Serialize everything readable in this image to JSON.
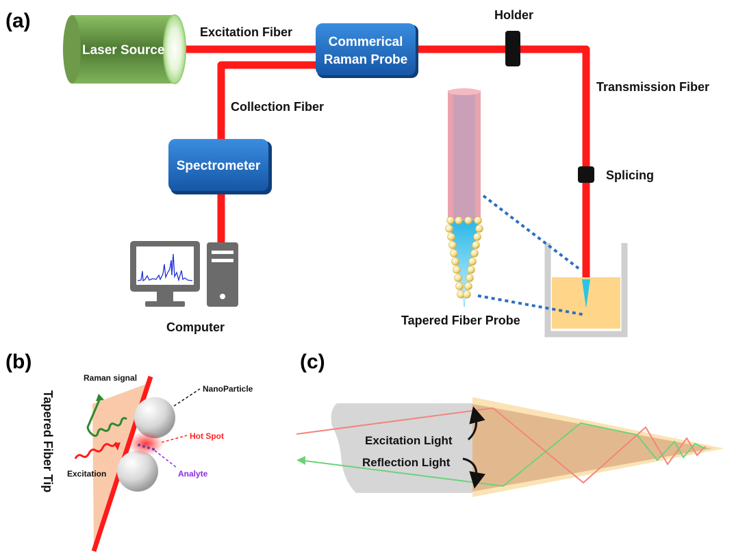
{
  "panels": {
    "a": "(a)",
    "b": "(b)",
    "c": "(c)"
  },
  "panel_a": {
    "laser_source": "Laser Source",
    "excitation_fiber": "Excitation Fiber",
    "probe_line1": "Commerical",
    "probe_line2": "Raman Probe",
    "holder": "Holder",
    "transmission_fiber": "Transmission Fiber",
    "collection_fiber": "Collection Fiber",
    "spectrometer": "Spectrometer",
    "splicing": "Splicing",
    "computer": "Computer",
    "tapered_fiber_probe": "Tapered Fiber Probe"
  },
  "panel_b": {
    "raman_signal": "Raman signal",
    "nanoparticle": "NanoParticle",
    "hot_spot": "Hot Spot",
    "analyte": "Analyte",
    "excitation": "Excitation",
    "tapered_fiber_tip": "Tapered Fiber Tip"
  },
  "panel_c": {
    "excitation_light": "Excitation Light",
    "reflection_light": "Reflection Light"
  },
  "colors": {
    "fiber_red": "#ff1a1a",
    "box_blue": "#1f6fc8",
    "laser_green": "#5f8a3f",
    "tip_cyan": "#29c4e8",
    "hot_spot_red": "#ff2222",
    "analyte_purple": "#8a2be2",
    "excitation_ray": "#f4847c",
    "reflection_ray": "#6cd27a",
    "solution_orange": "#ffd58a"
  },
  "icons": [
    "computer-monitor-icon",
    "computer-tower-icon",
    "raman-spectrum-icon"
  ]
}
